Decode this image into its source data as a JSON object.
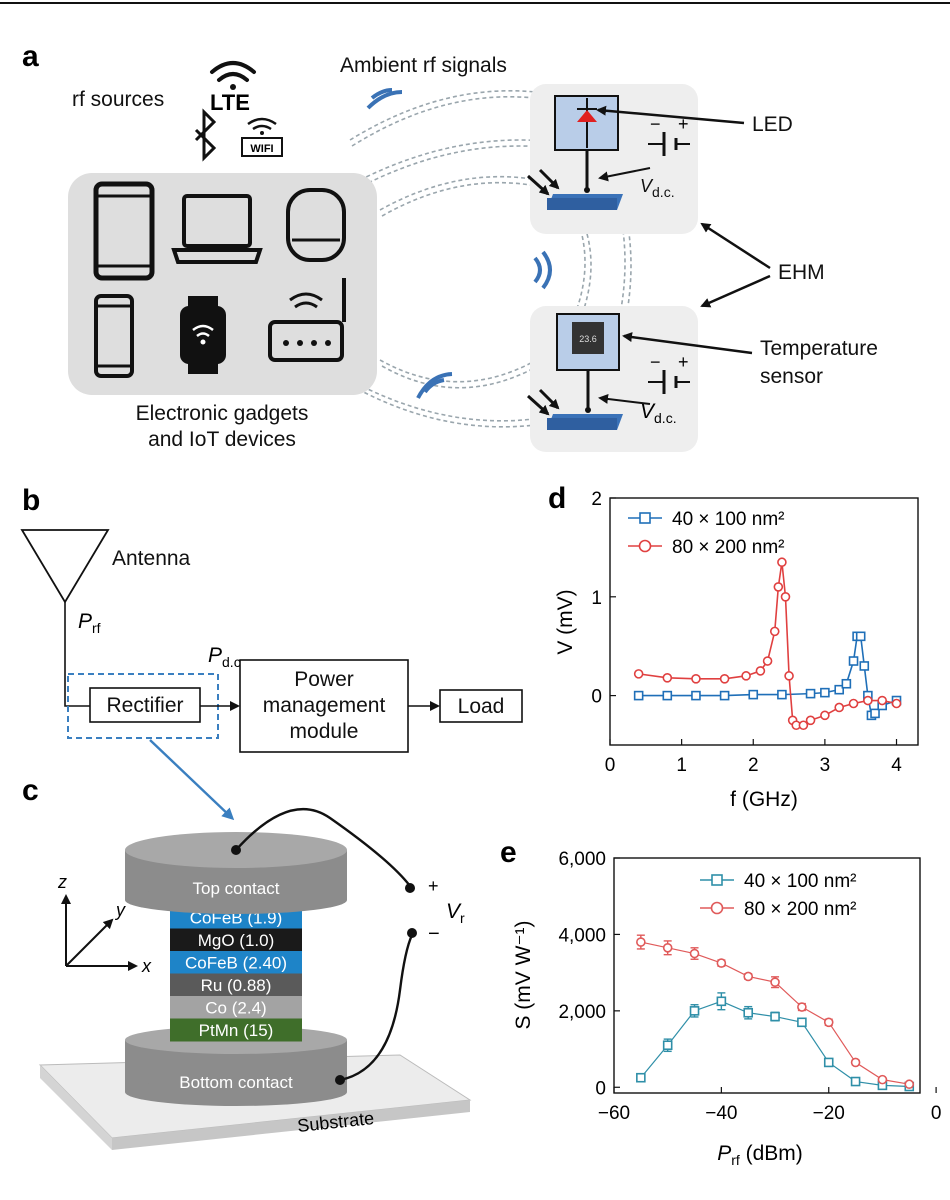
{
  "panels": {
    "a": "a",
    "b": "b",
    "c": "c",
    "d": "d",
    "e": "e"
  },
  "panel_a": {
    "rf_sources": "rf sources",
    "ambient": "Ambient rf signals",
    "lte": "LTE",
    "wifi": "WIFI",
    "gadgets_l1": "Electronic gadgets",
    "gadgets_l2": "and IoT devices",
    "led": "LED",
    "ehm": "EHM",
    "temp_l1": "Temperature",
    "temp_l2": "sensor",
    "vdc_main": "V",
    "vdc_sub": "d.c.",
    "minus": "−",
    "plus": "+",
    "chip_text": "23.6"
  },
  "panel_b": {
    "antenna": "Antenna",
    "prf_main": "P",
    "prf_sub": "rf",
    "pdc_main": "P",
    "pdc_sub": "d.c.",
    "rectifier": "Rectifier",
    "pm_l1": "Power",
    "pm_l2": "management",
    "pm_l3": "module",
    "load": "Load"
  },
  "panel_c": {
    "top": "Top contact",
    "bottom": "Bottom contact",
    "substrate": "Substrate",
    "layers": [
      {
        "label": "CoFeB (1.9)",
        "color": "#1e84c8"
      },
      {
        "label": "MgO (1.0)",
        "color": "#1a1a1a"
      },
      {
        "label": "CoFeB (2.40)",
        "color": "#1e84c8"
      },
      {
        "label": "Ru (0.88)",
        "color": "#5a5a5a"
      },
      {
        "label": "Co (2.4)",
        "color": "#a3a3a3"
      },
      {
        "label": "PtMn (15)",
        "color": "#3f6e2a"
      }
    ],
    "vr_main": "V",
    "vr_sub": "r",
    "plus": "+",
    "minus": "−",
    "ax_z": "z",
    "ax_y": "y",
    "ax_x": "x"
  },
  "chart_data": [
    {
      "id": "d",
      "type": "line",
      "xlabel": "f (GHz)",
      "ylabel": "V (mV)",
      "xlim": [
        0,
        4.3
      ],
      "ylim": [
        -0.5,
        2
      ],
      "xticks": [
        0,
        1,
        2,
        3,
        4
      ],
      "yticks": [
        0,
        1,
        2
      ],
      "legend": "top-left",
      "series": [
        {
          "name": "40 × 100 nm²",
          "color": "#1f6fb8",
          "marker": "square",
          "x": [
            0.4,
            0.8,
            1.2,
            1.6,
            2.0,
            2.4,
            2.8,
            3.0,
            3.2,
            3.3,
            3.4,
            3.45,
            3.5,
            3.55,
            3.6,
            3.65,
            3.7,
            3.8,
            4.0
          ],
          "y": [
            0.0,
            0.0,
            0.0,
            0.0,
            0.01,
            0.01,
            0.02,
            0.03,
            0.06,
            0.12,
            0.35,
            0.6,
            0.6,
            0.3,
            0.0,
            -0.2,
            -0.18,
            -0.1,
            -0.05
          ]
        },
        {
          "name": "80 × 200 nm²",
          "color": "#e04040",
          "marker": "circle",
          "x": [
            0.4,
            0.8,
            1.2,
            1.6,
            1.9,
            2.1,
            2.2,
            2.3,
            2.35,
            2.4,
            2.45,
            2.5,
            2.55,
            2.6,
            2.7,
            2.8,
            3.0,
            3.2,
            3.4,
            3.6,
            3.8,
            4.0
          ],
          "y": [
            0.22,
            0.18,
            0.17,
            0.17,
            0.2,
            0.25,
            0.35,
            0.65,
            1.1,
            1.35,
            1.0,
            0.2,
            -0.25,
            -0.3,
            -0.3,
            -0.25,
            -0.2,
            -0.12,
            -0.08,
            -0.05,
            -0.05,
            -0.08
          ]
        }
      ]
    },
    {
      "id": "e",
      "type": "line",
      "xlabel": "P",
      "xlabel_sub": "rf",
      "xlabel_unit": " (dBm)",
      "ylabel": "S (mV W⁻¹)",
      "xlim": [
        -60,
        -3
      ],
      "ylim": [
        -150,
        6000
      ],
      "xticks": [
        -60,
        -40,
        -20,
        0
      ],
      "ytick_labels": [
        "0",
        "2,000",
        "4,000",
        "6,000"
      ],
      "yticks": [
        0,
        2000,
        4000,
        6000
      ],
      "legend": "top-right",
      "series": [
        {
          "name": "40 × 100 nm²",
          "color": "#2f8fa8",
          "marker": "square",
          "x": [
            -55,
            -50,
            -45,
            -40,
            -35,
            -30,
            -25,
            -20,
            -15,
            -10,
            -5
          ],
          "y": [
            250,
            1100,
            2000,
            2250,
            1950,
            1850,
            1700,
            650,
            150,
            50,
            20
          ],
          "err": [
            60,
            160,
            160,
            220,
            160,
            110,
            90,
            70,
            50,
            40,
            30
          ]
        },
        {
          "name": "80 × 200 nm²",
          "color": "#e05a5a",
          "marker": "circle",
          "x": [
            -55,
            -50,
            -45,
            -40,
            -35,
            -30,
            -25,
            -20,
            -15,
            -10,
            -5
          ],
          "y": [
            3800,
            3650,
            3500,
            3250,
            2900,
            2750,
            2100,
            1700,
            650,
            200,
            80
          ],
          "err": [
            180,
            180,
            150,
            80,
            70,
            140,
            90,
            80,
            60,
            40,
            30
          ]
        }
      ]
    }
  ]
}
